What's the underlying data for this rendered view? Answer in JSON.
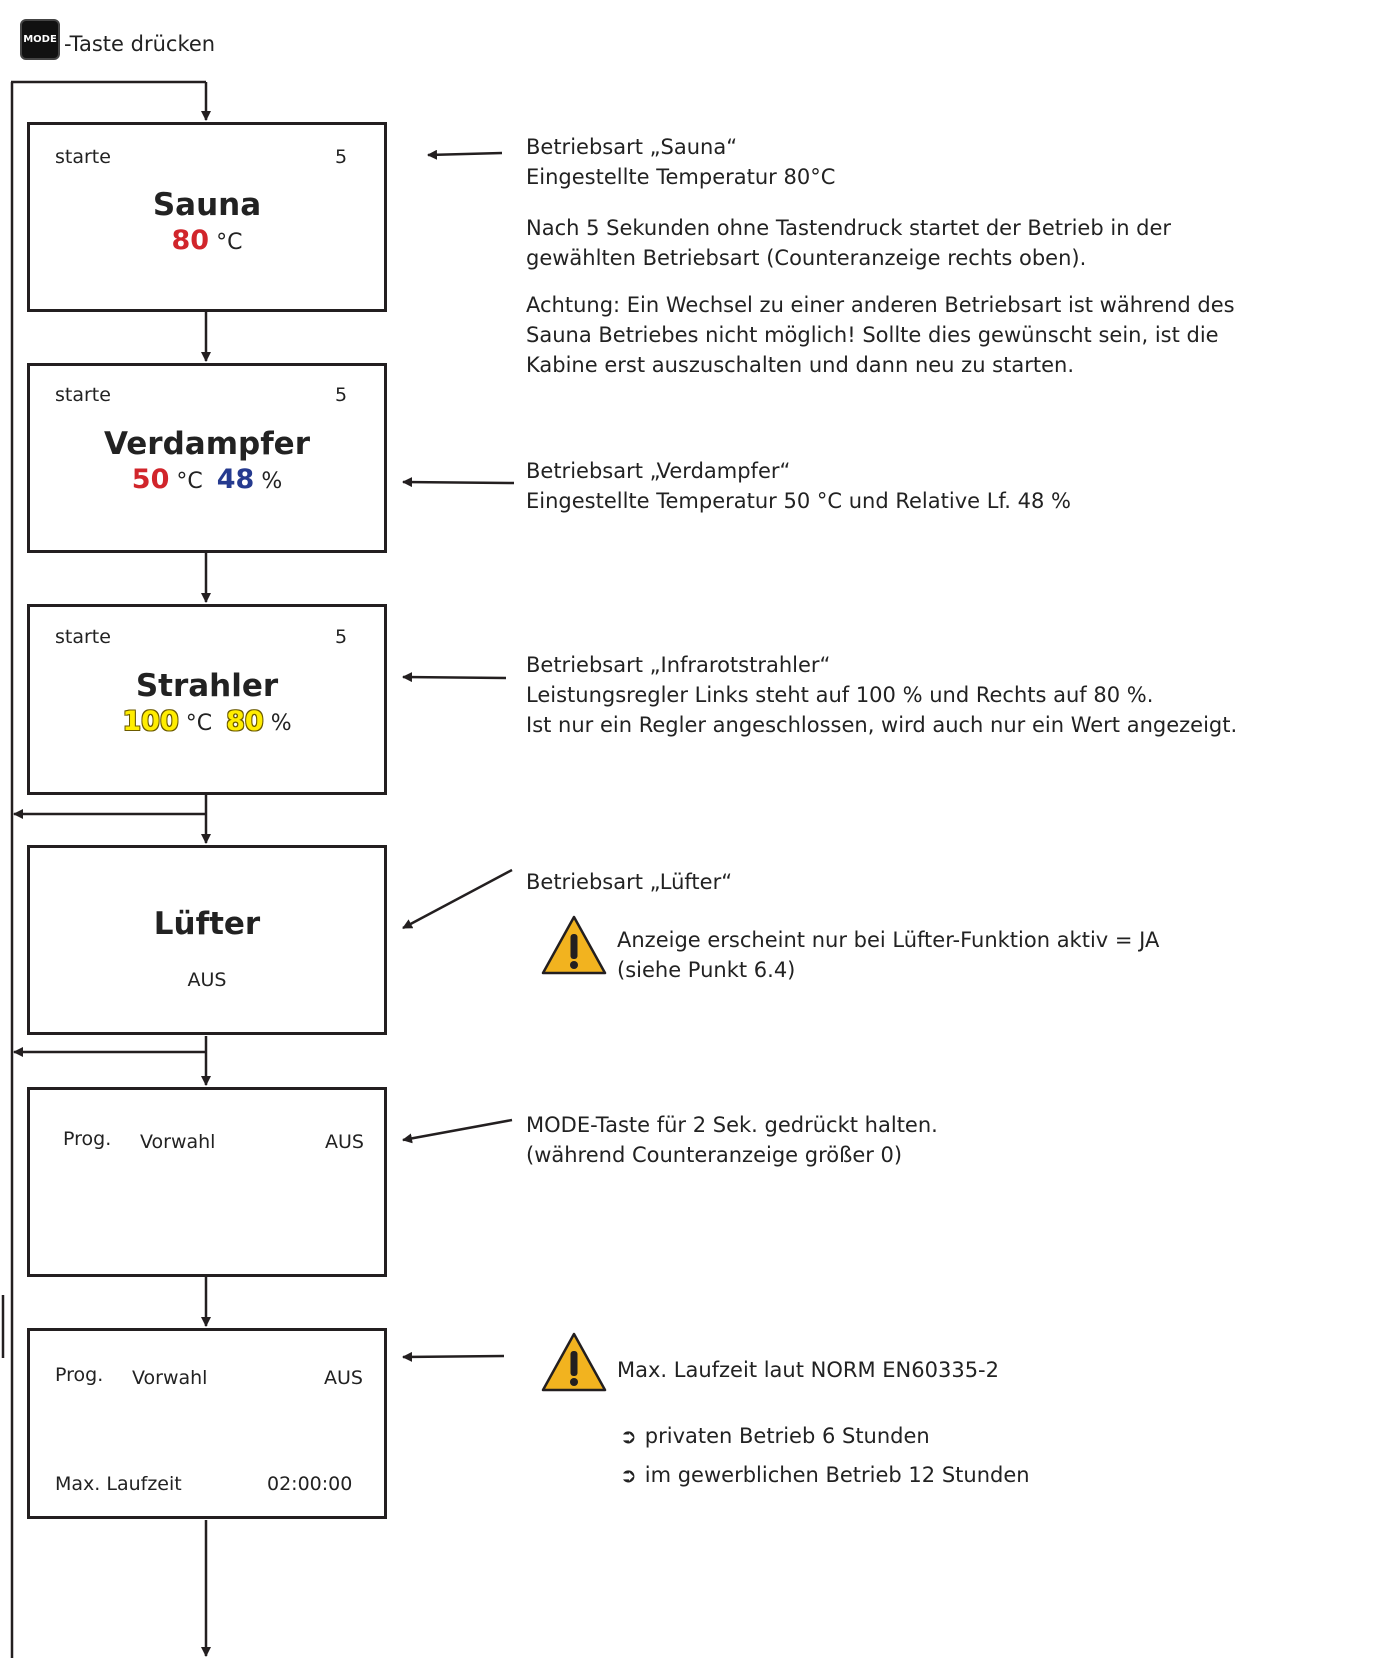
{
  "header": {
    "key_label": "MODE",
    "text": "-Taste drücken"
  },
  "boxes": {
    "sauna": {
      "start": "starte",
      "counter": "5",
      "title": "Sauna",
      "temp": "80",
      "temp_unit": "°C"
    },
    "verdampfer": {
      "start": "starte",
      "counter": "5",
      "title": "Verdampfer",
      "temp": "50",
      "temp_unit": "°C",
      "hum": "48",
      "hum_unit": "%"
    },
    "strahler": {
      "start": "starte",
      "counter": "5",
      "title": "Strahler",
      "left": "100",
      "left_unit": "°C",
      "right": "80",
      "right_unit": "%"
    },
    "luefter": {
      "title": "Lüfter",
      "state": "AUS"
    },
    "prog1": {
      "prog": "Prog.",
      "label": "Vorwahl",
      "state": "AUS"
    },
    "prog2": {
      "prog": "Prog.",
      "label": "Vorwahl",
      "state": "AUS",
      "max_label": "Max. Laufzeit",
      "max_value": "02:00:00"
    }
  },
  "descriptions": {
    "sauna_1": "Betriebsart „Sauna“\nEingestellte Temperatur 80°C",
    "sauna_2": "Nach 5 Sekunden ohne Tastendruck startet der Betrieb in der\ngewählten Betriebsart (Counteranzeige rechts oben).",
    "sauna_3": "Achtung: Ein Wechsel zu einer anderen Betriebsart ist während des\nSauna Betriebes nicht möglich! Sollte dies gewünscht sein, ist die\nKabine erst auszuschalten und dann neu zu starten.",
    "verdampfer": "Betriebsart „Verdampfer“\nEingestellte Temperatur 50 °C und Relative Lf. 48 %",
    "strahler": "Betriebsart „Infrarotstrahler“\nLeistungsregler Links steht auf 100 % und Rechts auf 80 %.\nIst nur ein Regler angeschlossen, wird auch nur ein Wert angezeigt.",
    "luefter": "Betriebsart „Lüfter“",
    "luefter_warn": "Anzeige erscheint nur bei Lüfter-Funktion aktiv = JA\n(siehe Punkt 6.4)",
    "prog1": "MODE-Taste für 2 Sek. gedrückt halten.\n(während Counteranzeige größer 0)",
    "prog2_warn": "Max. Laufzeit laut NORM EN60335-2",
    "bullet_1": "privaten Betrieb 6 Stunden",
    "bullet_2": "im gewerblichen Betrieb 12 Stunden"
  },
  "colors": {
    "temp": "#d1252b",
    "humidity": "#253a8f",
    "ir": "#ffed00",
    "warning": "#f2b31f"
  }
}
